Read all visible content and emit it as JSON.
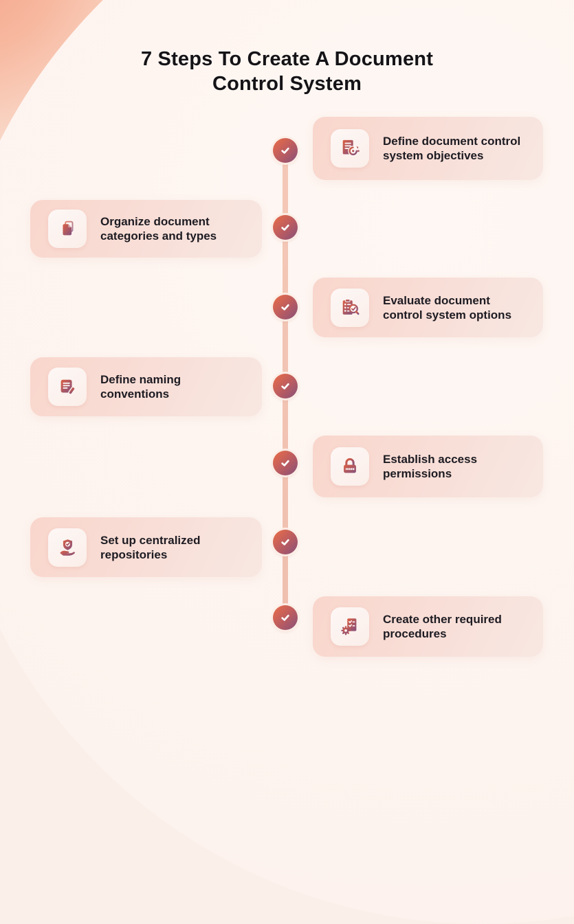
{
  "title": "7 Steps To Create A Document Control System",
  "steps": [
    {
      "label": "Define document control system objectives",
      "icon": "document-objectives-icon"
    },
    {
      "label": "Organize document categories and types",
      "icon": "document-copies-icon"
    },
    {
      "label": "Evaluate document control system options",
      "icon": "clipboard-search-icon"
    },
    {
      "label": "Define naming conventions",
      "icon": "document-pen-icon"
    },
    {
      "label": "Establish access permissions",
      "icon": "padlock-icon"
    },
    {
      "label": "Set up centralized repositories",
      "icon": "hand-shield-icon"
    },
    {
      "label": "Create other required procedures",
      "icon": "gear-checklist-icon"
    }
  ],
  "colors": {
    "accent_gradient_start": "#e26a4b",
    "accent_gradient_end": "#865079",
    "timeline_line": "#f2c3b1",
    "card_background": "#f8dad2",
    "icon_tile_background": "#fdf6f3",
    "page_background": "#fbefe9",
    "corner_glow": "#f4a289",
    "text": "#1d1b22"
  }
}
